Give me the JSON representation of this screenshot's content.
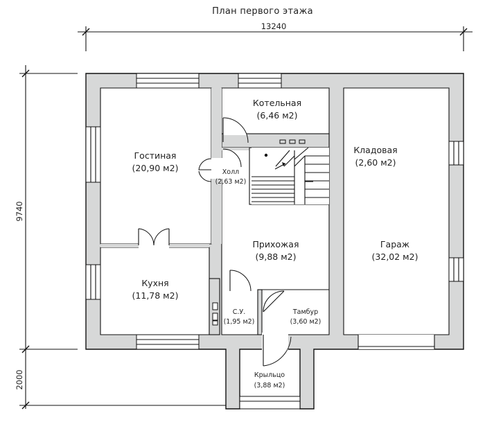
{
  "title": "План первого этажа",
  "dimensions": {
    "width": "13240",
    "height_main": "9740",
    "height_porch": "2000"
  },
  "rooms": {
    "living": {
      "name": "Гостиная",
      "area": "(20,90 м2)"
    },
    "boiler": {
      "name": "Котельная",
      "area": "(6,46 м2)"
    },
    "hall": {
      "name": "Холл",
      "area": "(2,63 м2)"
    },
    "storage": {
      "name": "Кладовая",
      "area": "(2,60 м2)"
    },
    "hallway": {
      "name": "Прихожая",
      "area": "(9,88 м2)"
    },
    "garage": {
      "name": "Гараж",
      "area": "(32,02 м2)"
    },
    "kitchen": {
      "name": "Кухня",
      "area": "(11,78 м2)"
    },
    "bathroom": {
      "name": "С.У.",
      "area": "(1,95 м2)"
    },
    "vestibule": {
      "name": "Тамбур",
      "area": "(3,60 м2)"
    },
    "porch": {
      "name": "Крыльцо",
      "area": "(3,88 м2)"
    }
  }
}
